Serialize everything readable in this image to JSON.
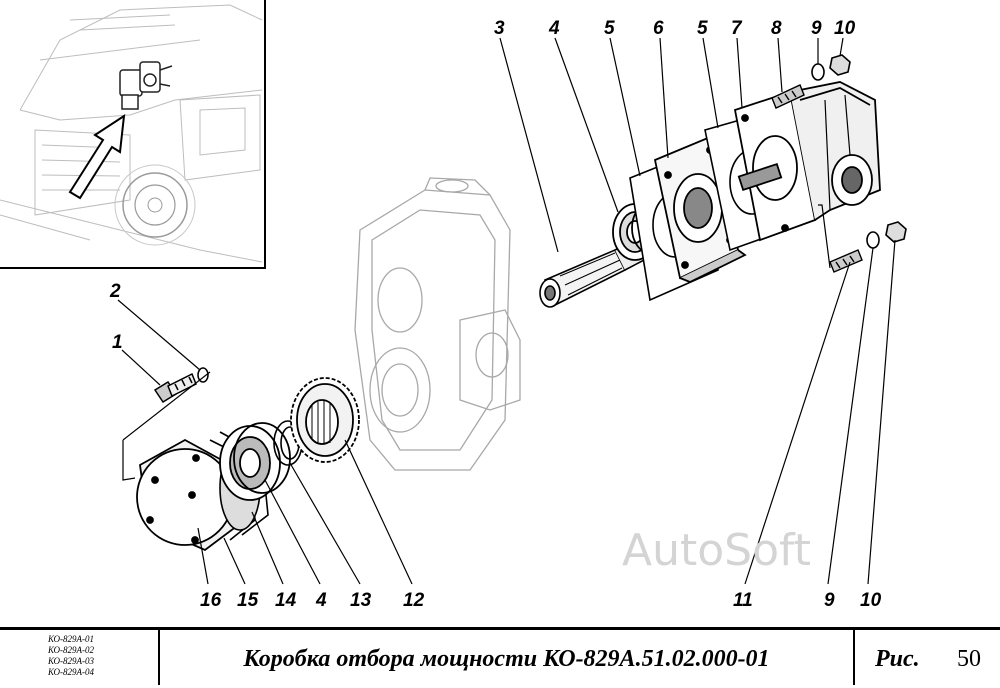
{
  "diagram": {
    "callouts": [
      {
        "id": "c-3",
        "text": "3"
      },
      {
        "id": "c-4a",
        "text": "4"
      },
      {
        "id": "c-5a",
        "text": "5"
      },
      {
        "id": "c-6",
        "text": "6"
      },
      {
        "id": "c-5b",
        "text": "5"
      },
      {
        "id": "c-7",
        "text": "7"
      },
      {
        "id": "c-8",
        "text": "8"
      },
      {
        "id": "c-9a",
        "text": "9"
      },
      {
        "id": "c-10a",
        "text": "10"
      },
      {
        "id": "c-2",
        "text": "2"
      },
      {
        "id": "c-1",
        "text": "1"
      },
      {
        "id": "c-16",
        "text": "16"
      },
      {
        "id": "c-15",
        "text": "15"
      },
      {
        "id": "c-14",
        "text": "14"
      },
      {
        "id": "c-4b",
        "text": "4"
      },
      {
        "id": "c-13",
        "text": "13"
      },
      {
        "id": "c-12",
        "text": "12"
      },
      {
        "id": "c-11",
        "text": "11"
      },
      {
        "id": "c-9b",
        "text": "9"
      },
      {
        "id": "c-10b",
        "text": "10"
      }
    ],
    "watermark": "AutoSoft"
  },
  "title_block": {
    "models": [
      "КО-829А-01",
      "КО-829А-02",
      "КО-829А-03",
      "КО-829А-04"
    ],
    "title": "Коробка отбора мощности КО-829А.51.02.000-01",
    "figure_label": "Рис.",
    "figure_number": "50"
  }
}
